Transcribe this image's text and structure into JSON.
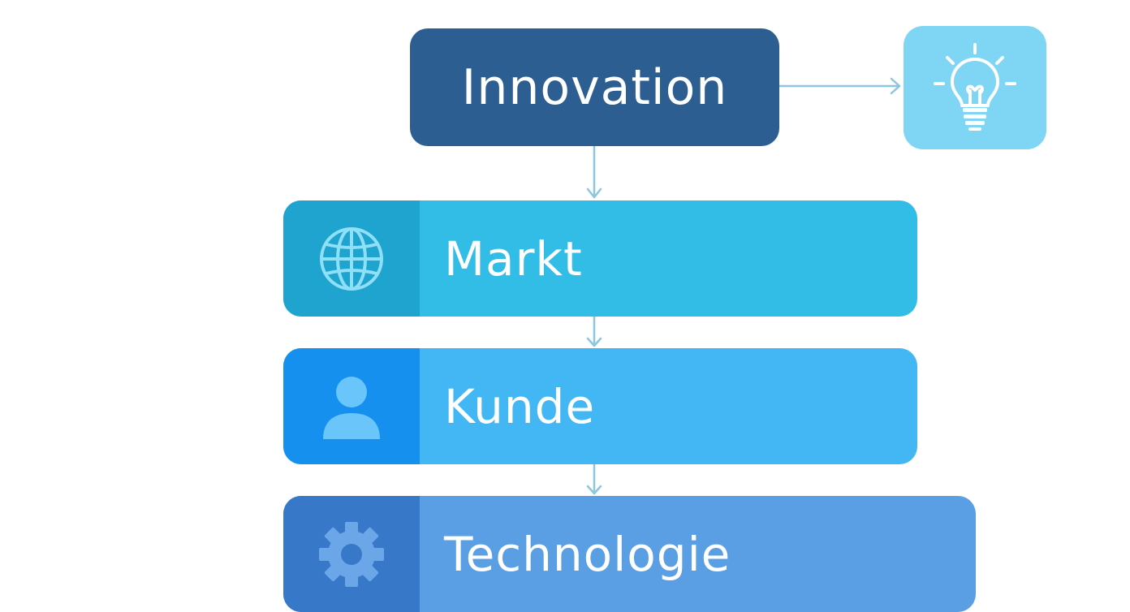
{
  "diagram": {
    "top_node": {
      "label": "Innovation",
      "icon": "lightbulb-icon"
    },
    "layers": [
      {
        "label": "Markt",
        "icon": "globe-icon"
      },
      {
        "label": "Kunde",
        "icon": "user-icon"
      },
      {
        "label": "Technologie",
        "icon": "gear-icon"
      }
    ],
    "colors": {
      "top_node": "#2d5e92",
      "idea_tile": "#7fd6f4",
      "markt": "#31bde6",
      "kunde": "#42b7f3",
      "technologie": "#5a9fe3",
      "connector": "#8ec5df"
    }
  }
}
